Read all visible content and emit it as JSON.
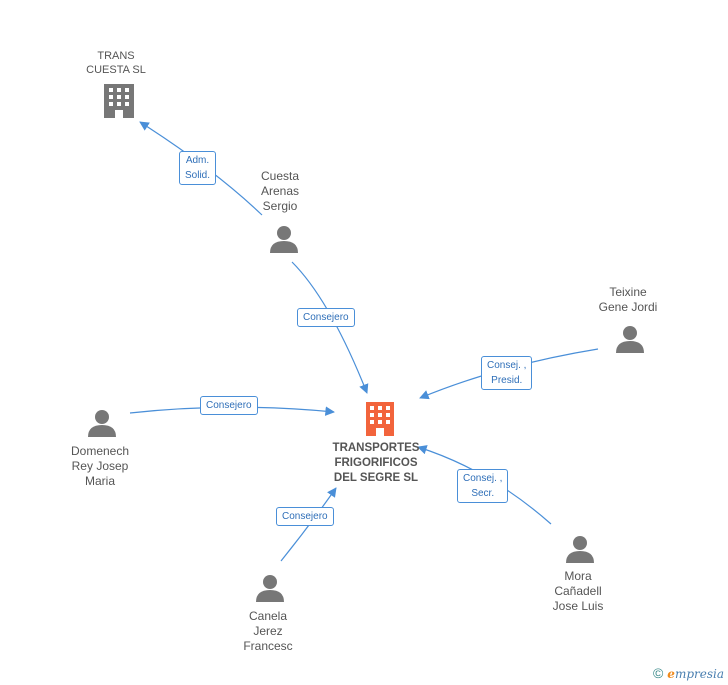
{
  "colors": {
    "edge": "#4a8fd8",
    "person": "#777777",
    "company": "#777777",
    "main_company": "#f2643c"
  },
  "nodes": {
    "main": {
      "label": [
        "TRANSPORTES",
        "FRIGORIFICOS",
        "DEL SEGRE SL"
      ],
      "icon": "building-icon"
    },
    "trans_cuesta": {
      "label": [
        "TRANS",
        "CUESTA SL"
      ],
      "icon": "building-icon"
    },
    "cuesta": {
      "label": [
        "Cuesta",
        "Arenas",
        "Sergio"
      ],
      "icon": "person-icon"
    },
    "teixine": {
      "label": [
        "Teixine",
        "Gene Jordi"
      ],
      "icon": "person-icon"
    },
    "domenech": {
      "label": [
        "Domenech",
        "Rey Josep",
        "Maria"
      ],
      "icon": "person-icon"
    },
    "canela": {
      "label": [
        "Canela",
        "Jerez",
        "Francesc"
      ],
      "icon": "person-icon"
    },
    "mora": {
      "label": [
        "Mora",
        "Cañadell",
        "Jose Luis"
      ],
      "icon": "person-icon"
    }
  },
  "edges": {
    "cuesta_trans": [
      "Adm.",
      "Solid."
    ],
    "cuesta_main": [
      "Consejero"
    ],
    "teixine_main": [
      "Consej. ,",
      "Presid."
    ],
    "domenech_main": [
      "Consejero"
    ],
    "canela_main": [
      "Consejero"
    ],
    "mora_main": [
      "Consej. ,",
      "Secr."
    ]
  },
  "footer": {
    "copyright": "©",
    "brand_initial": "e",
    "brand_rest": "mpresia"
  }
}
